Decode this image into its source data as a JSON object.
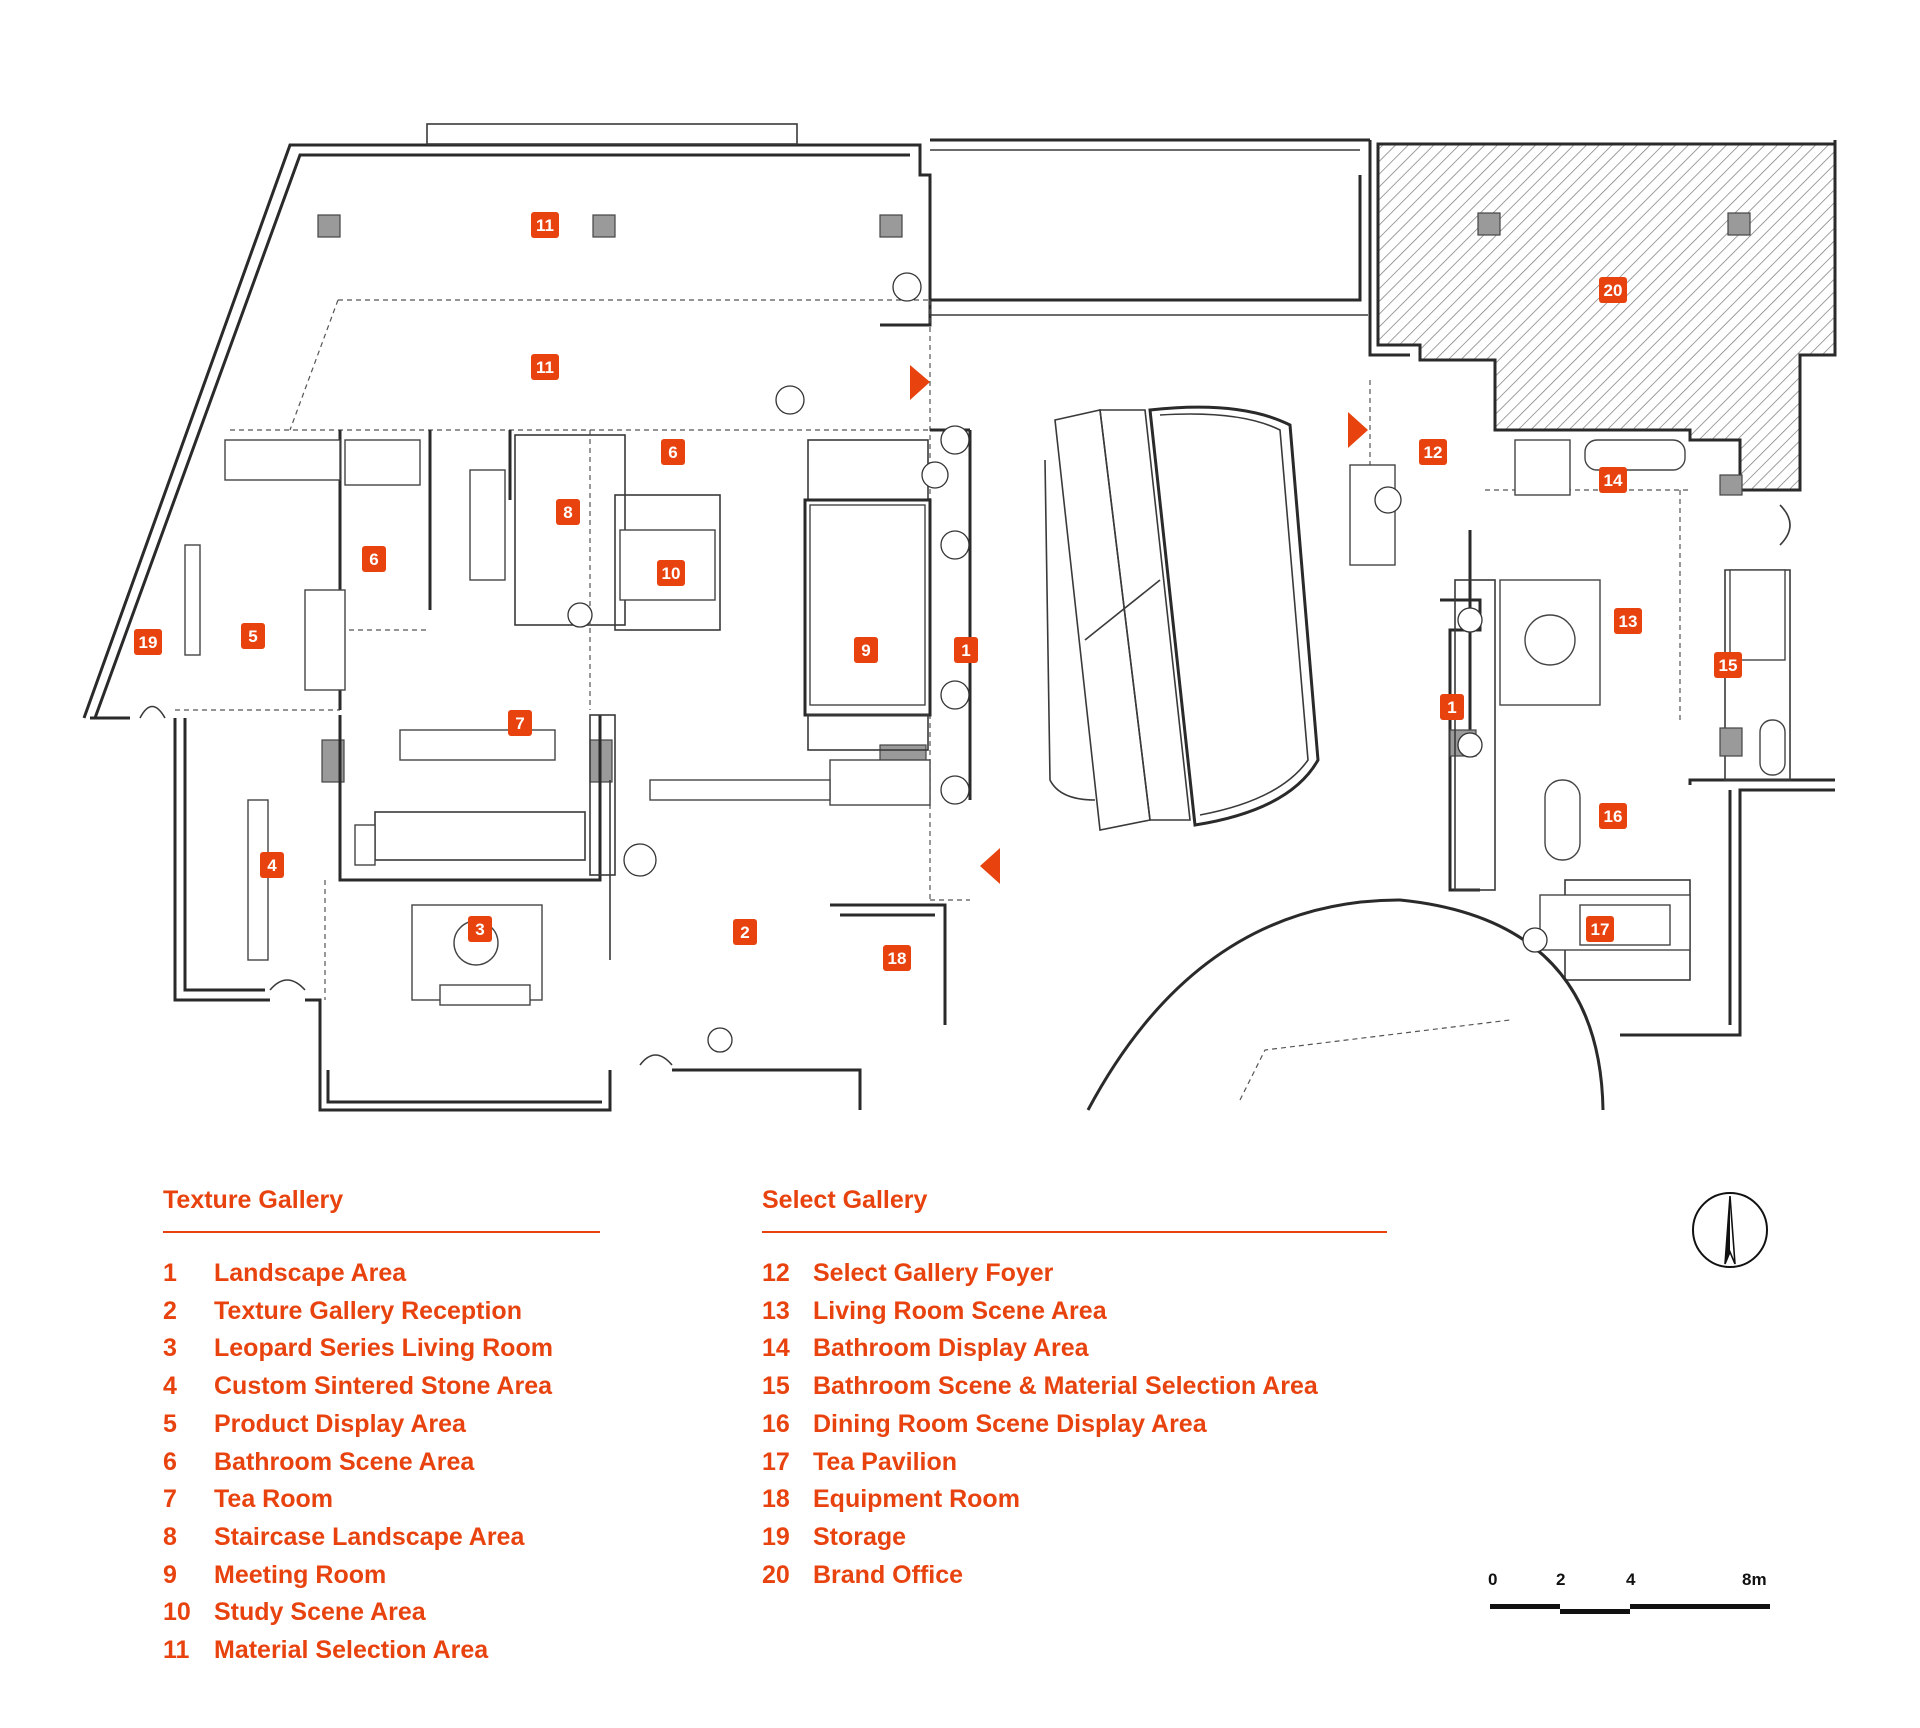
{
  "plan": {
    "room_tags": [
      {
        "id": "tag-11a",
        "label": "11"
      },
      {
        "id": "tag-11b",
        "label": "11"
      },
      {
        "id": "tag-6a",
        "label": "6"
      },
      {
        "id": "tag-6b",
        "label": "6"
      },
      {
        "id": "tag-8",
        "label": "8"
      },
      {
        "id": "tag-10",
        "label": "10"
      },
      {
        "id": "tag-9",
        "label": "9"
      },
      {
        "id": "tag-1a",
        "label": "1"
      },
      {
        "id": "tag-19",
        "label": "19"
      },
      {
        "id": "tag-5",
        "label": "5"
      },
      {
        "id": "tag-7",
        "label": "7"
      },
      {
        "id": "tag-4",
        "label": "4"
      },
      {
        "id": "tag-3",
        "label": "3"
      },
      {
        "id": "tag-2",
        "label": "2"
      },
      {
        "id": "tag-18",
        "label": "18"
      },
      {
        "id": "tag-20",
        "label": "20"
      },
      {
        "id": "tag-12",
        "label": "12"
      },
      {
        "id": "tag-14",
        "label": "14"
      },
      {
        "id": "tag-13",
        "label": "13"
      },
      {
        "id": "tag-15",
        "label": "15"
      },
      {
        "id": "tag-1b",
        "label": "1"
      },
      {
        "id": "tag-16",
        "label": "16"
      },
      {
        "id": "tag-17",
        "label": "17"
      }
    ],
    "accent_color": "#e8430f"
  },
  "legend": {
    "texture": {
      "title": "Texture Gallery",
      "items": [
        {
          "num": "1",
          "name": "Landscape Area"
        },
        {
          "num": "2",
          "name": "Texture Gallery Reception"
        },
        {
          "num": "3",
          "name": "Leopard Series Living Room"
        },
        {
          "num": "4",
          "name": "Custom Sintered Stone Area"
        },
        {
          "num": "5",
          "name": "Product Display Area"
        },
        {
          "num": "6",
          "name": "Bathroom Scene Area"
        },
        {
          "num": "7",
          "name": "Tea Room"
        },
        {
          "num": "8",
          "name": "Staircase Landscape Area"
        },
        {
          "num": "9",
          "name": "Meeting Room"
        },
        {
          "num": "10",
          "name": "Study Scene Area"
        },
        {
          "num": "11",
          "name": "Material Selection Area"
        }
      ]
    },
    "select": {
      "title": "Select Gallery",
      "items": [
        {
          "num": "12",
          "name": "Select Gallery Foyer"
        },
        {
          "num": "13",
          "name": "Living Room Scene Area"
        },
        {
          "num": "14",
          "name": "Bathroom Display Area"
        },
        {
          "num": "15",
          "name": "Bathroom Scene & Material Selection Area"
        },
        {
          "num": "16",
          "name": "Dining Room Scene Display Area"
        },
        {
          "num": "17",
          "name": "Tea Pavilion"
        },
        {
          "num": "18",
          "name": "Equipment Room"
        },
        {
          "num": "19",
          "name": "Storage"
        },
        {
          "num": "20",
          "name": "Brand Office"
        }
      ]
    }
  },
  "scale_bar": {
    "labels": [
      "0",
      "2",
      "4",
      "8m"
    ]
  },
  "north_arrow": {
    "icon": "north-arrow-icon"
  }
}
